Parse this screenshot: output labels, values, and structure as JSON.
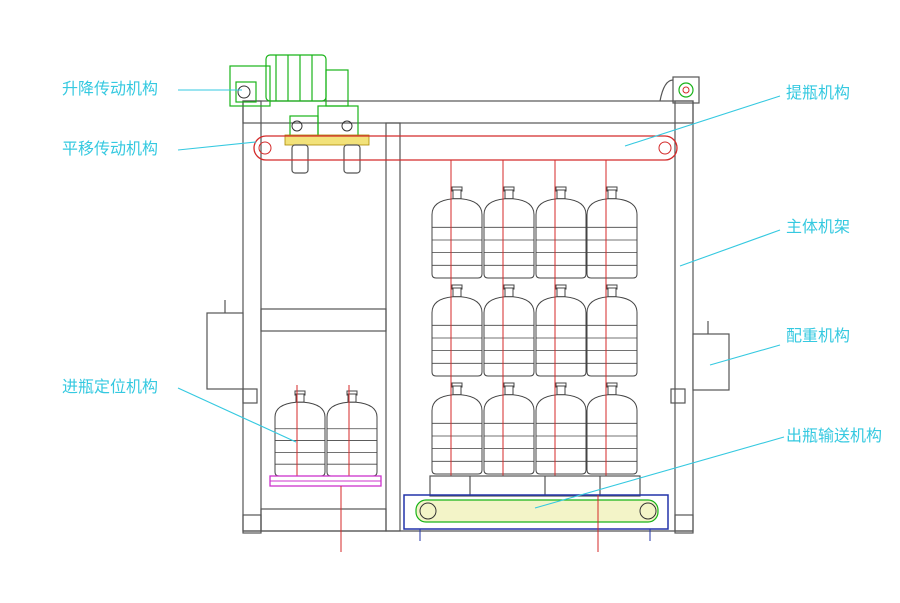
{
  "labels": {
    "lift_drive": "升降传动机构",
    "traverse_drive": "平移传动机构",
    "infeed_positioning": "进瓶定位机构",
    "bottle_lift": "提瓶机构",
    "main_frame": "主体机架",
    "counterweight": "配重机构",
    "outfeed_conveyor": "出瓶输送机构"
  },
  "colors": {
    "label": "#35c9e0",
    "frame": "#555555",
    "chain": "#d42a2a",
    "motor": "#19b319",
    "conveyor_fill": "#f3f4c8",
    "infeed_tray": "#cc33cc",
    "outfeed_frame": "#2233aa"
  },
  "diagram": {
    "stack_rows": 3,
    "stack_columns": 4,
    "infeed_bottles": 2
  }
}
